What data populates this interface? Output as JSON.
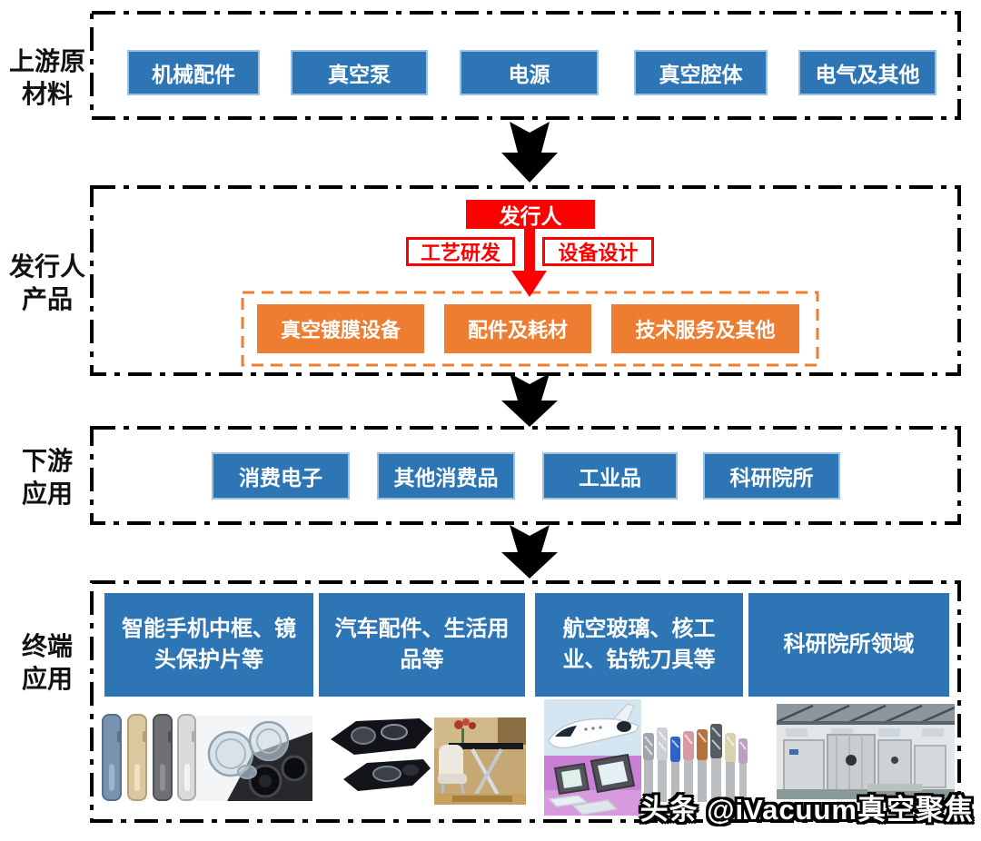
{
  "palette": {
    "blue": "#2e75b6",
    "orange": "#ed7d31",
    "red": "#fb0202",
    "black": "#000000"
  },
  "watermark": {
    "text": "头条 @iVacuum真空聚焦"
  },
  "sections": {
    "upstream": {
      "label": "上游原\n材料",
      "items": [
        "机械配件",
        "真空泵",
        "电源",
        "真空腔体",
        "电气及其他"
      ]
    },
    "issuer": {
      "label": "发行人\n产品",
      "issuer": "发行人",
      "rd": "工艺研发",
      "design": "设备设计",
      "products": [
        "真空镀膜设备",
        "配件及耗材",
        "技术服务及其他"
      ]
    },
    "downstream": {
      "label": "下游\n应用",
      "items": [
        "消费电子",
        "其他消费品",
        "工业品",
        "科研院所"
      ]
    },
    "terminal": {
      "label": "终端\n应用",
      "items": [
        "智能手机中框、镜\n头保护片等",
        "汽车配件、生活用\n品等",
        "航空玻璃、核工\n业、钻铣刀具等",
        "科研院所领域"
      ],
      "image_names": [
        "smartphone-frames",
        "camera-lens-covers",
        "car-headlights",
        "furniture",
        "aviation-glass",
        "drill-milling-bits",
        "coating-equipment"
      ]
    }
  }
}
